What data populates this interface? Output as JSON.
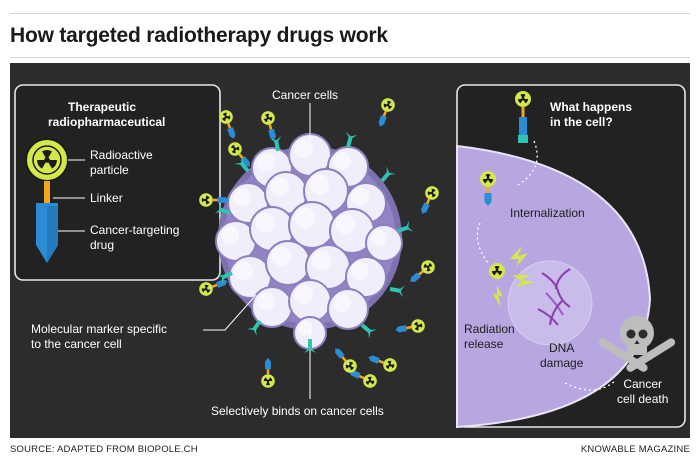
{
  "title": "How targeted radiotherapy drugs work",
  "legend": {
    "heading_line1": "Therapeutic",
    "heading_line2": "radiopharmaceutical",
    "particle_line1": "Radioactive",
    "particle_line2": "particle",
    "linker": "Linker",
    "drug_line1": "Cancer-targeting",
    "drug_line2": "drug"
  },
  "tumor": {
    "cells_label": "Cancer cells",
    "marker_line1": "Molecular marker specific",
    "marker_line2": "to the cancer cell",
    "binds_label": "Selectively binds on cancer cells"
  },
  "cell": {
    "question_line1": "What happens",
    "question_line2": "in the cell?",
    "internalization": "Internalization",
    "radiation_line1": "Radiation",
    "radiation_line2": "release",
    "dna_line1": "DNA",
    "dna_line2": "damage",
    "death_line1": "Cancer",
    "death_line2": "cell death"
  },
  "footer": {
    "source": "SOURCE: ADAPTED FROM BIOPOLE.CH",
    "credit": "KNOWABLE MAGAZINE"
  },
  "colors": {
    "panel": "#2c2c2c",
    "particle": "#d4e84a",
    "linker": "#f2a81d",
    "drug": "#2b8cd6",
    "marker": "#2dc4b4",
    "cell_body": "#b7a6df",
    "cell_light": "#f1eefb",
    "nucleus": "#c9bcea",
    "dna": "#8a3cb0"
  },
  "icons": [
    "radiation-icon",
    "skull-crossbones-icon",
    "dna-icon",
    "lightning-icon"
  ]
}
